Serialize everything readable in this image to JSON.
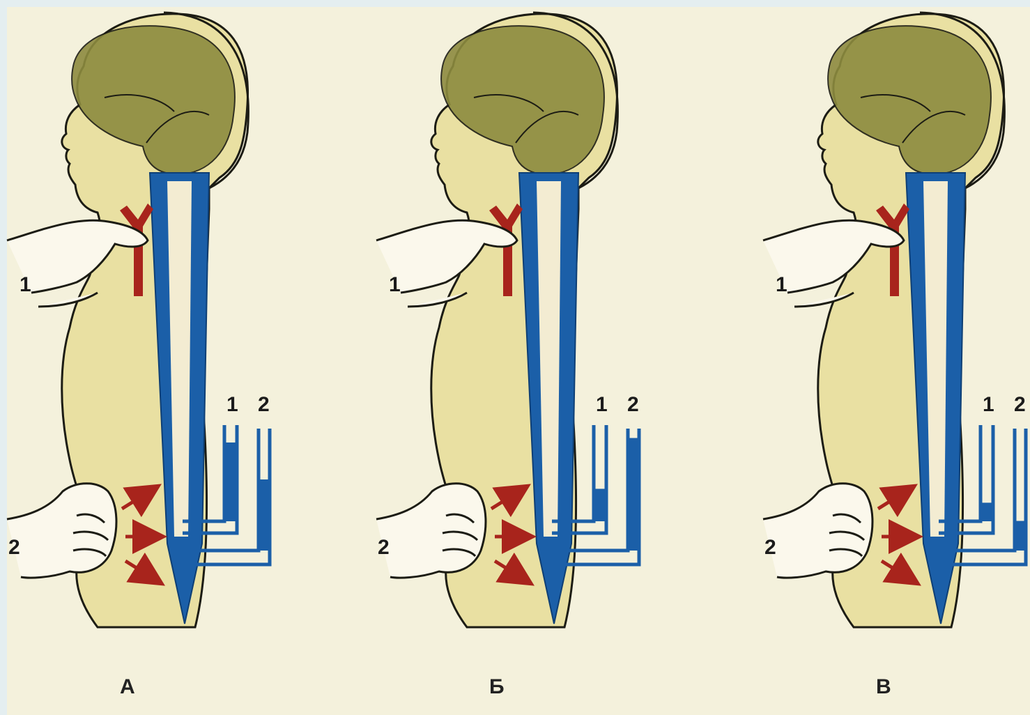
{
  "colors": {
    "background": "#f4f1dc",
    "frame": "#e4eef0",
    "body_skin": "#e9e0a2",
    "brain": "#8d8b3f",
    "vein_blue": "#1b5fa8",
    "artery_red": "#a8241c",
    "outline": "#1c1c14"
  },
  "panels": [
    {
      "letter": "А",
      "hand_upper": "1",
      "hand_lower": "2",
      "tube_1": "1",
      "tube_2": "2",
      "tube_1_fill": 0.85,
      "tube_2_fill": 0.6
    },
    {
      "letter": "Б",
      "hand_upper": "1",
      "hand_lower": "2",
      "tube_1": "1",
      "tube_2": "2",
      "tube_1_fill": 0.35,
      "tube_2_fill": 0.95
    },
    {
      "letter": "В",
      "hand_upper": "1",
      "hand_lower": "2",
      "tube_1": "1",
      "tube_2": "2",
      "tube_1_fill": 0.2,
      "tube_2_fill": 0.25
    }
  ],
  "icons": {
    "arrow": "pressure-arrow-icon",
    "hand": "hand-icon",
    "artery": "carotid-artery-icon"
  }
}
